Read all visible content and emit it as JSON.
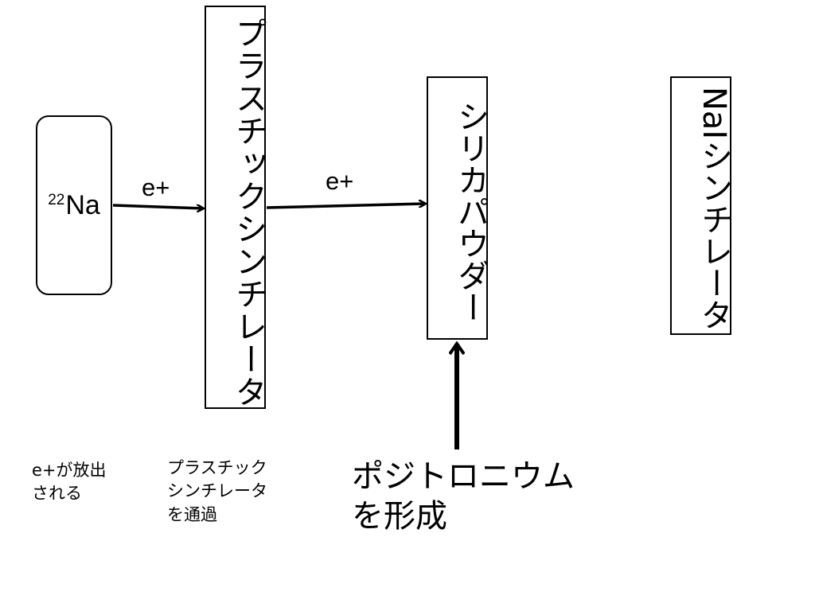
{
  "source": {
    "mass_number": "22",
    "element": "Na"
  },
  "arrows": {
    "label_1": "e+",
    "label_2": "e+"
  },
  "boxes": {
    "plastic_scintillator": "プラスチックシンチレータ",
    "silica_powder": "シリカパウダー",
    "nai_prefix": "NaI",
    "nai_suffix": "シンチレータ"
  },
  "captions": {
    "emit_line1": "e+が放出",
    "emit_line2": "される",
    "pass_line1": "プラスチック",
    "pass_line2": "シンチレータ",
    "pass_line3": "を通過",
    "form_line1": "ポジトロニウム",
    "form_line2": "を形成"
  }
}
